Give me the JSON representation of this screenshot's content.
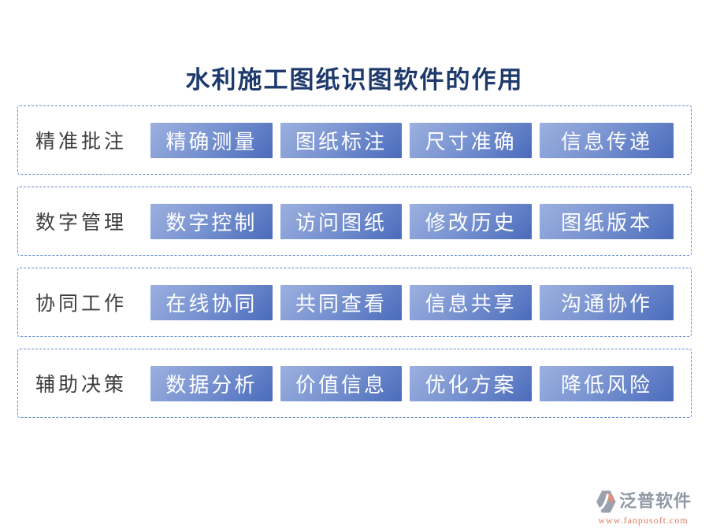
{
  "title": "水利施工图纸识图软件的作用",
  "rows": [
    {
      "label": "精准批注",
      "buttons": [
        "精确测量",
        "图纸标注",
        "尺寸准确",
        "信息传递"
      ]
    },
    {
      "label": "数字管理",
      "buttons": [
        "数字控制",
        "访问图纸",
        "修改历史",
        "图纸版本"
      ]
    },
    {
      "label": "协同工作",
      "buttons": [
        "在线协同",
        "共同查看",
        "信息共享",
        "沟通协作"
      ]
    },
    {
      "label": "辅助决策",
      "buttons": [
        "数据分析",
        "价值信息",
        "优化方案",
        "降低风险"
      ]
    }
  ],
  "footer": {
    "brand": "泛普软件",
    "url": "www.fanpusoft.com"
  },
  "colors": {
    "title_text": "#1e3a6c",
    "label_text": "#3d3d3d",
    "button_gradient_start": "#9cb0df",
    "button_gradient_end": "#4a6bbc",
    "button_text": "#ffffff",
    "dashed_border": "#5e8bca",
    "brand_text": "#9199a6",
    "brand_url": "#e0795e",
    "logo_gray": "#9aa1ae",
    "logo_orange": "#e2917a"
  }
}
